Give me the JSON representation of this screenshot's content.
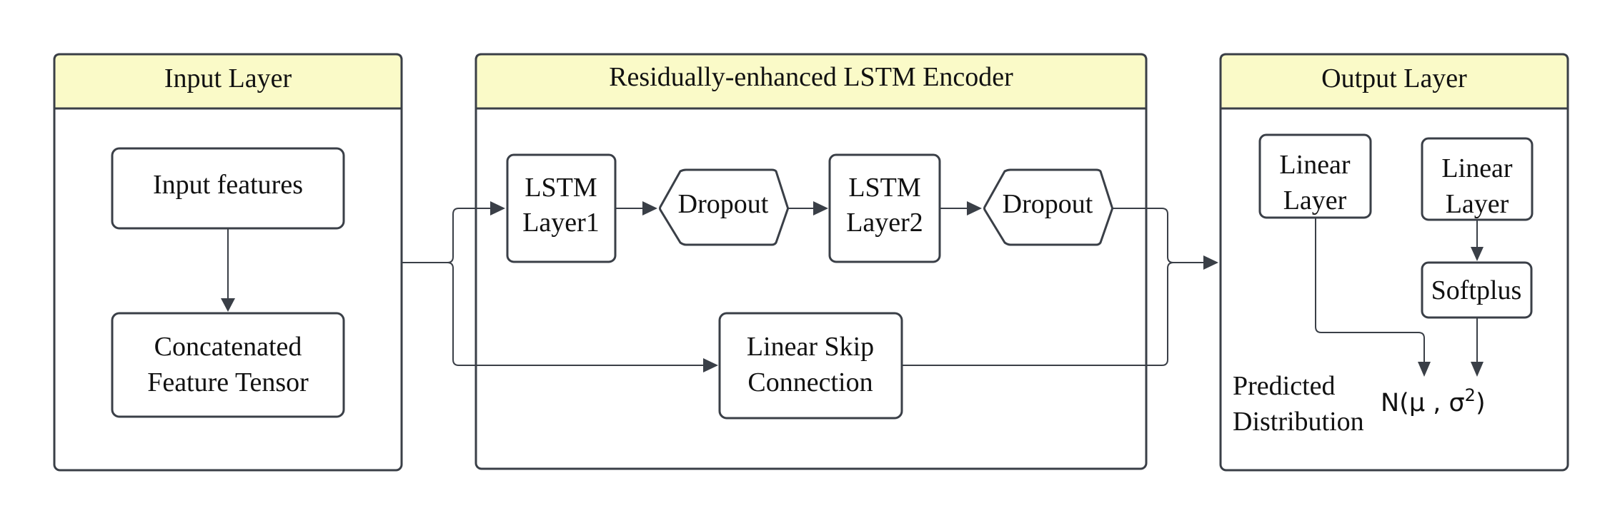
{
  "panels": {
    "input": {
      "title": "Input Layer"
    },
    "encoder": {
      "title": "Residually-enhanced LSTM Encoder"
    },
    "output": {
      "title": "Output Layer"
    }
  },
  "nodes": {
    "input_features": "Input features",
    "concat_line1": "Concatenated",
    "concat_line2": "Feature Tensor",
    "lstm1_line1": "LSTM",
    "lstm1_line2": "Layer1",
    "dropout1": "Dropout",
    "lstm2_line1": "LSTM",
    "lstm2_line2": "Layer2",
    "dropout2": "Dropout",
    "skip_line1": "Linear Skip",
    "skip_line2": "Connection",
    "linear_mu_line1": "Linear",
    "linear_mu_line2": "Layer",
    "linear_sigma_line1": "Linear",
    "linear_sigma_line2": "Layer",
    "softplus": "Softplus",
    "predicted_line1": "Predicted",
    "predicted_line2": "Distribution",
    "formula_prefix": "N(μ , σ",
    "formula_exponent": "2",
    "formula_suffix": ")"
  },
  "colors": {
    "header_fill": "#fafac8",
    "stroke": "#3a3f47",
    "background": "#ffffff"
  }
}
